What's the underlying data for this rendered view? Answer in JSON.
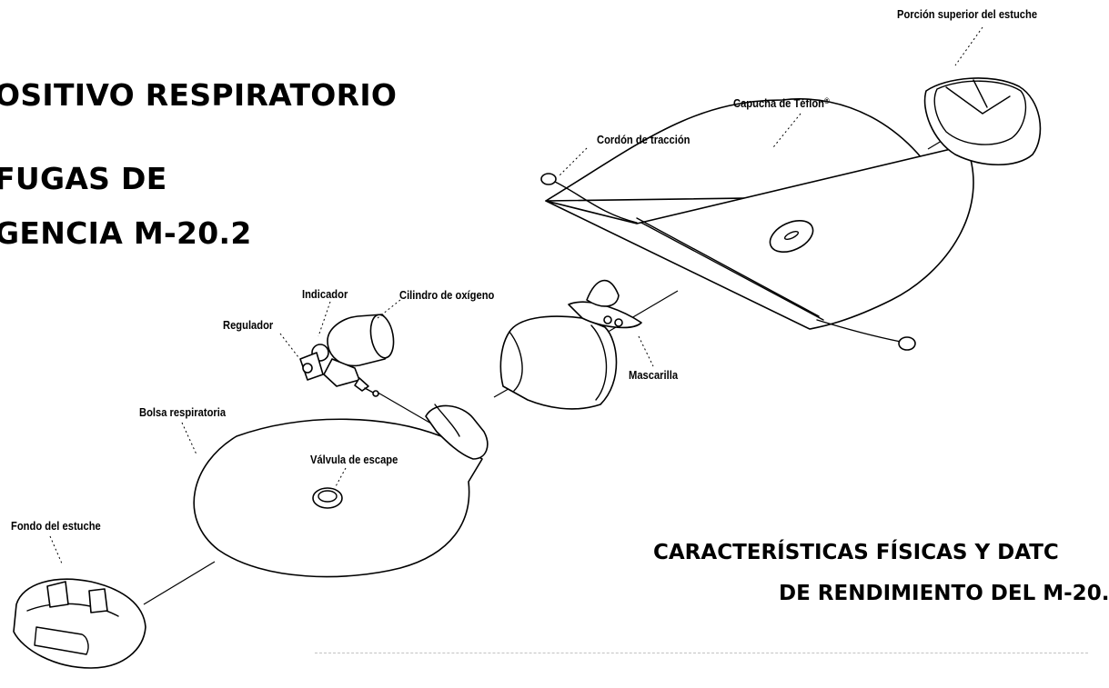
{
  "title_lines": [
    "OSITIVO RESPIRATORIO",
    "FUGAS DE",
    "GENCIA M-20.2"
  ],
  "subtitle_lines": [
    "CARACTERÍSTICAS FÍSICAS Y DATC",
    "DE RENDIMIENTO DEL M-20."
  ],
  "labels": {
    "case_top": "Porción superior del estuche",
    "teflon_hood": "Capucha de Téflon",
    "registered_mark": "®",
    "pull_cord": "Cordón de tracción",
    "gauge": "Indicador",
    "oxygen_cylinder": "Cilindro de oxígeno",
    "regulator": "Regulador",
    "mask": "Mascarilla",
    "breathing_bag": "Bolsa respiratoria",
    "exhaust_valve": "Válvula de escape",
    "case_bottom": "Fondo del estuche"
  }
}
